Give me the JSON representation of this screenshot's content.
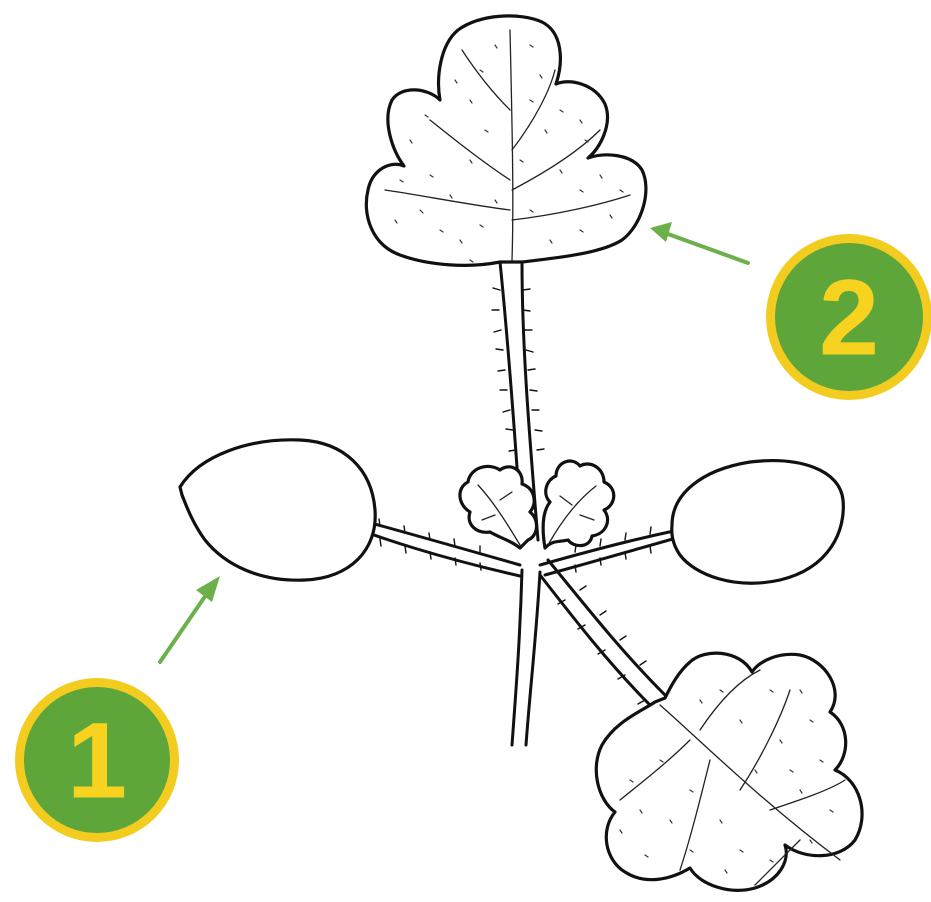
{
  "figure": {
    "markers": [
      {
        "id": "1",
        "label": "1",
        "target": "cotyledon"
      },
      {
        "id": "2",
        "label": "2",
        "target": "true-leaf"
      }
    ],
    "colors": {
      "badge_fill": "#5ea63a",
      "badge_ring": "#f2cc1f",
      "badge_text": "#f7d31f",
      "arrow": "#6bb04a",
      "ink": "#111111",
      "background": "#ffffff"
    }
  }
}
